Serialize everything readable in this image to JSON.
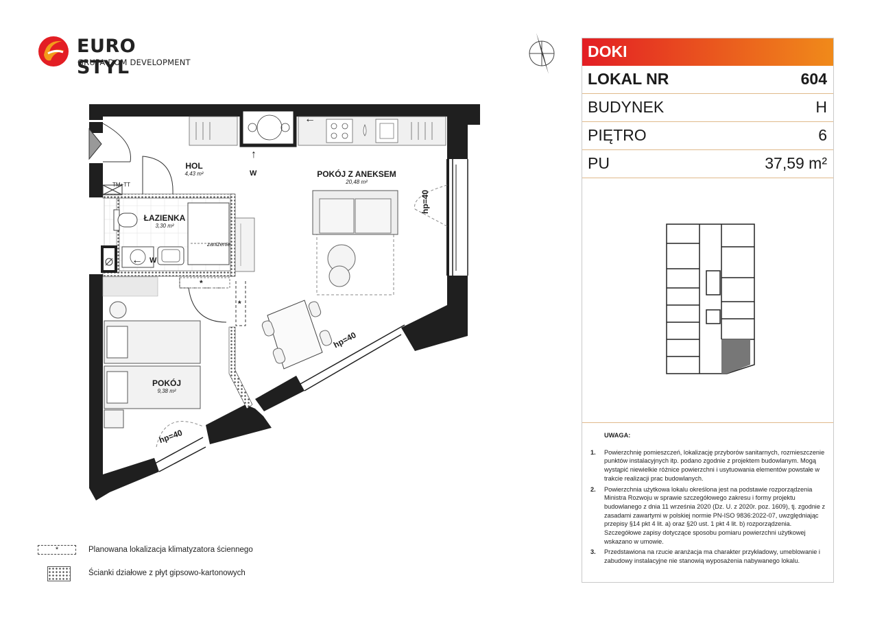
{
  "brand": {
    "name": "EURO STYL",
    "subtitle": "GRUPA DOM DEVELOPMENT",
    "colors": {
      "red": "#e31e24",
      "orange": "#f08a1a",
      "wall": "#1f1f1f"
    }
  },
  "info": {
    "project": "DOKI",
    "rows": [
      {
        "label": "LOKAL NR",
        "value": "604"
      },
      {
        "label": "BUDYNEK",
        "value": "H"
      },
      {
        "label": "PIĘTRO",
        "value": "6"
      },
      {
        "label": "PU",
        "value": "37,59 m²"
      }
    ]
  },
  "rooms": [
    {
      "name": "HOL",
      "area": "4,43 m²"
    },
    {
      "name": "POKÓJ Z ANEKSEM",
      "area": "20,48 m²"
    },
    {
      "name": "ŁAZIENKA",
      "area": "3,30 m²"
    },
    {
      "name": "POKÓJ",
      "area": "9,38 m²"
    }
  ],
  "plan_labels": {
    "tmtt": "TM+TT",
    "lowered": "zaniżenie",
    "water": "W",
    "hp": "hp=40",
    "ac_mark": "*"
  },
  "notes": {
    "title": "UWAGA:",
    "items": [
      {
        "num": "1.",
        "text": "Powierzchnię pomieszczeń, lokalizację przyborów sanitarnych, rozmieszczenie punktów instalacyjnych itp. podano zgodnie z projektem budowlanym. Mogą wystąpić niewielkie różnice powierzchni i usytuowania elementów powstałe w trakcie realizacji prac budowlanych."
      },
      {
        "num": "2.",
        "text": "Powierzchnia użytkowa lokalu określona jest na podstawie rozporządzenia Ministra Rozwoju w sprawie szczegółowego zakresu i formy projektu budowlanego z dnia 11 września 2020 (Dz. U. z 2020r. poz. 1609), tj. zgodnie z zasadami zawartymi w polskiej normie PN-ISO 9836:2022-07, uwzględniając przepisy §14 pkt 4 lit. a) oraz §20 ust. 1 pkt 4 lit. b) rozporządzenia. Szczegółowe zapisy dotyczące sposobu pomiaru powierzchni użytkowej wskazano w umowie."
      },
      {
        "num": "3.",
        "text": "Przedstawiona na rzucie aranżacja ma charakter przykładowy, umeblowanie i zabudowy instalacyjne nie stanowią wyposażenia nabywanego lokalu."
      }
    ]
  },
  "legend": [
    {
      "symbol": "*",
      "text": "Planowana lokalizacja klimatyzatora ściennego"
    },
    {
      "symbol": "",
      "text": "Ścianki działowe z płyt gipsowo-kartonowych"
    }
  ],
  "icons": [
    "north-arrow-icon",
    "logo-swirl-icon"
  ]
}
